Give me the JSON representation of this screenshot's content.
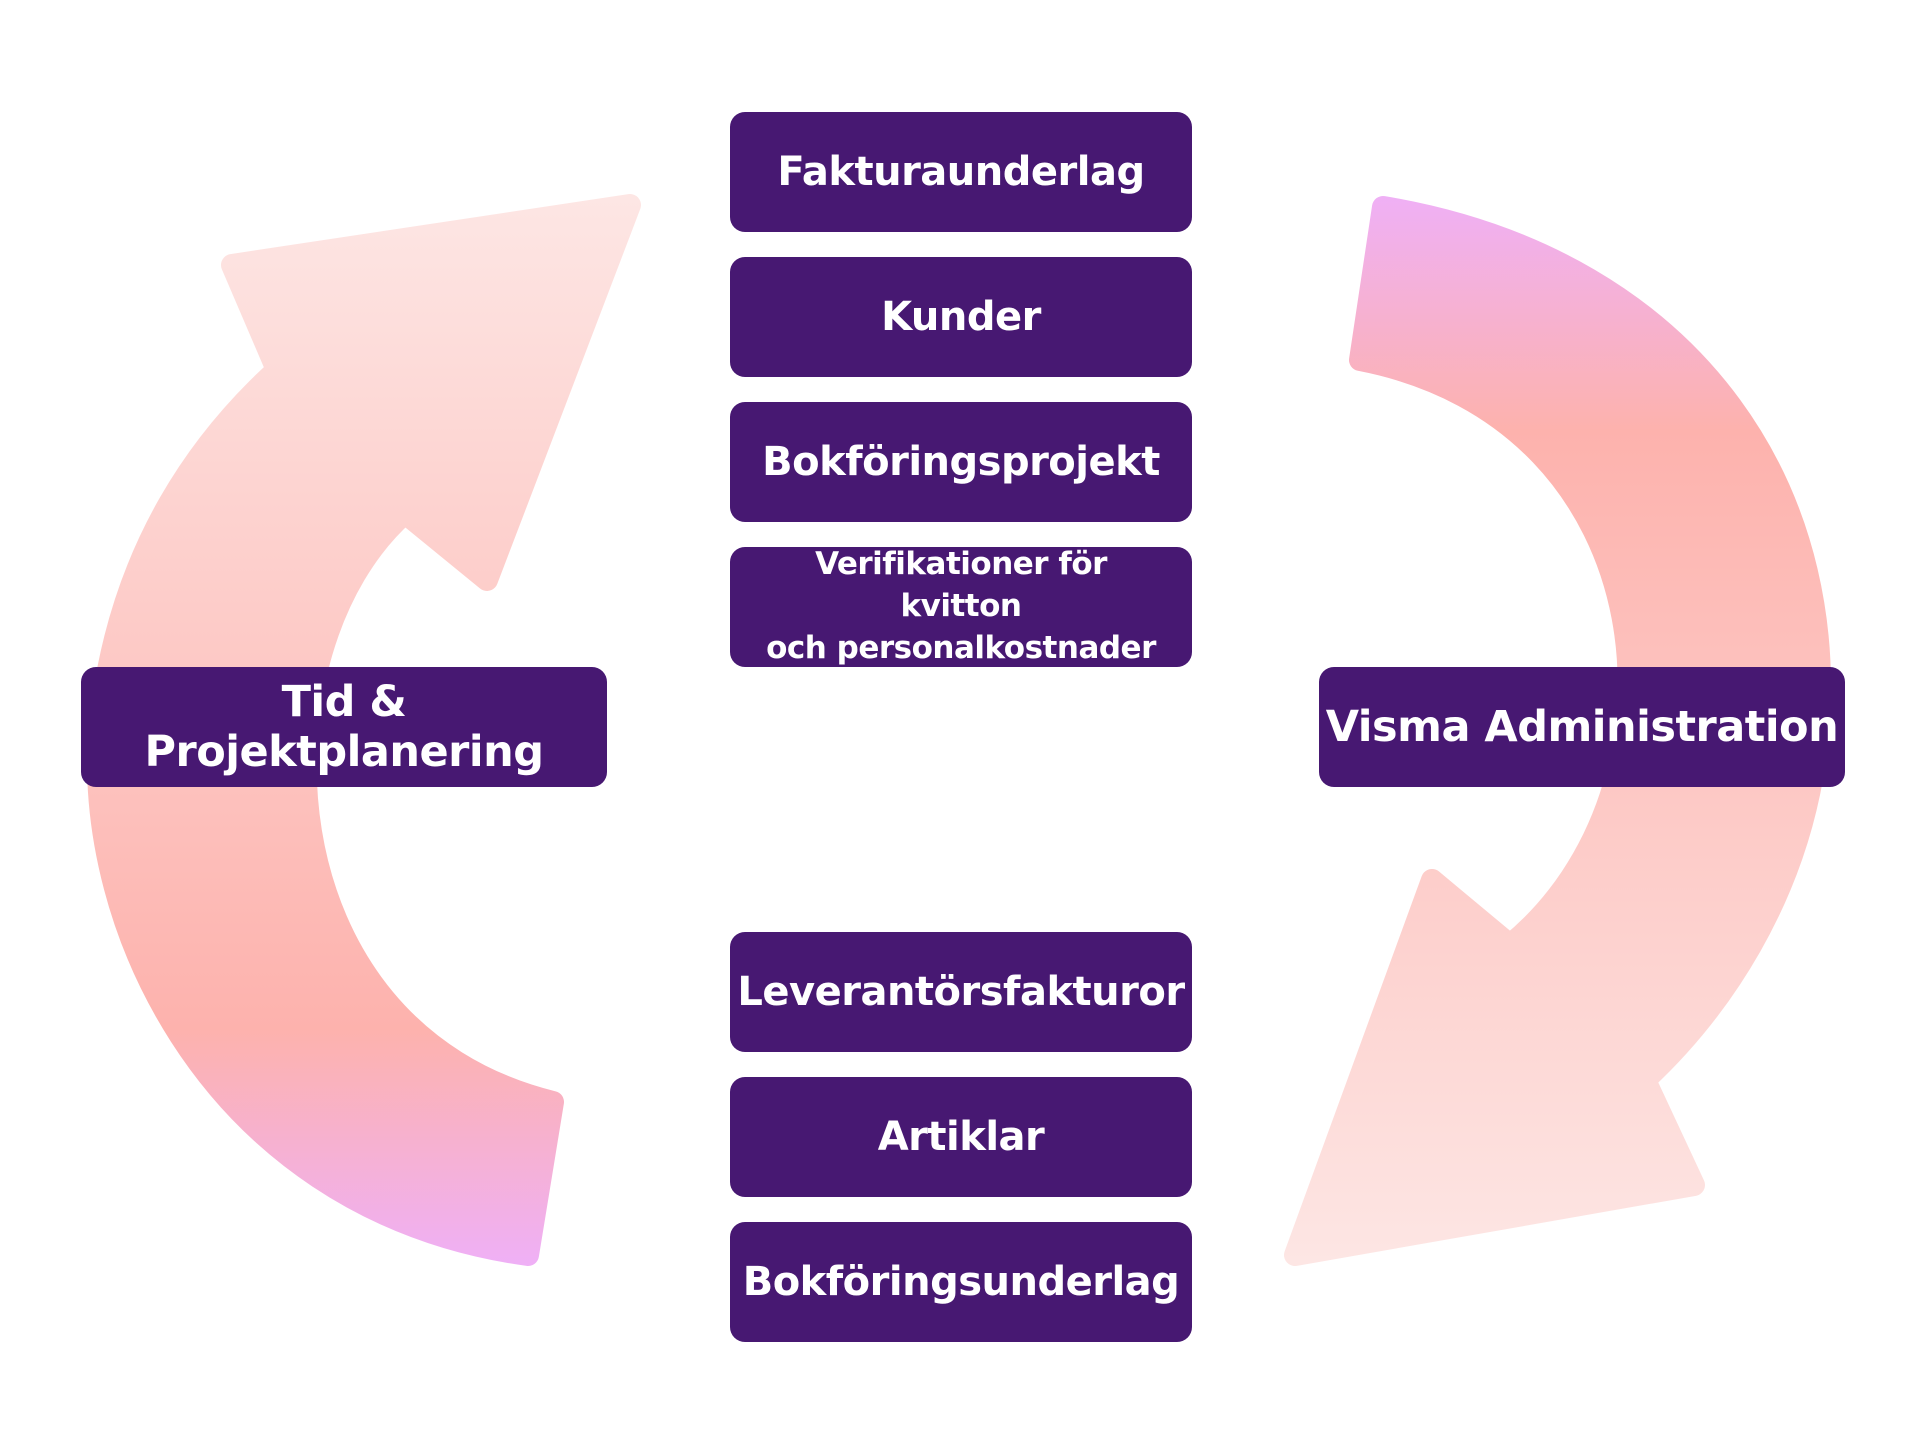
{
  "colors": {
    "box_fill": "#471872",
    "box_text": "#ffffff",
    "arrow_gradient_light": "#fde6e4",
    "arrow_gradient_mid": "#fdb2ad",
    "arrow_gradient_violet": "#efb0f6"
  },
  "systems": {
    "left": "Tid & Projektplanering",
    "right": "Visma Administration"
  },
  "top_group": {
    "items": [
      {
        "label": "Fakturaunderlag"
      },
      {
        "label": "Kunder"
      },
      {
        "label": "Bokföringsprojekt"
      },
      {
        "label_line1": "Verifikationer för kvitton",
        "label_line2": "och personalkostnader"
      }
    ]
  },
  "bottom_group": {
    "items": [
      {
        "label": "Leverantörsfakturor"
      },
      {
        "label": "Artiklar"
      },
      {
        "label": "Bokföringsunderlag"
      }
    ]
  },
  "icons": {
    "left_arrow": "curved-arrow-up-right-icon",
    "right_arrow": "curved-arrow-down-left-icon"
  }
}
